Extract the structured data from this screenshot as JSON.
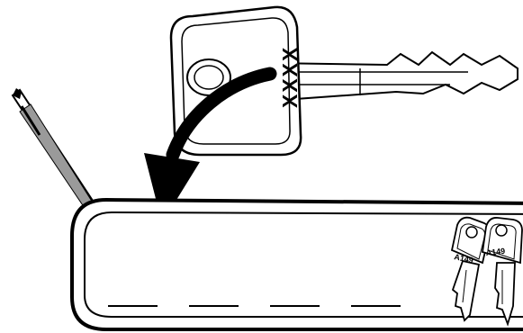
{
  "illustration": {
    "big_key_code": "XXXX",
    "small_key_code_left": "A149",
    "small_key_code_right": "A149",
    "blank_field_count": 4
  }
}
